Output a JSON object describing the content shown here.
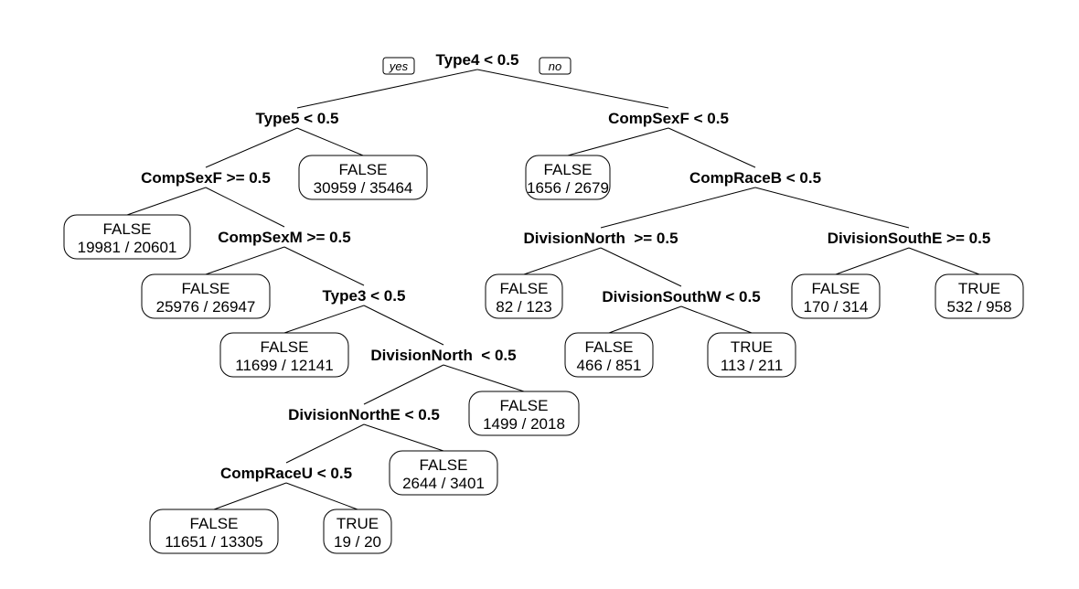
{
  "diagram": {
    "type": "decision-tree",
    "branch_labels": {
      "yes": "yes",
      "no": "no"
    },
    "nodes": {
      "n1": {
        "kind": "split",
        "label": "Type4 < 0.5"
      },
      "n2": {
        "kind": "split",
        "label": "Type5 < 0.5"
      },
      "n3": {
        "kind": "split",
        "label": "CompSexF < 0.5"
      },
      "n4": {
        "kind": "split",
        "label": "CompSexF >= 0.5"
      },
      "n5": {
        "kind": "leaf",
        "class": "FALSE",
        "counts": "30959 / 35464"
      },
      "n6": {
        "kind": "leaf",
        "class": "FALSE",
        "counts": "1656 / 2679"
      },
      "n7": {
        "kind": "split",
        "label": "CompRaceB < 0.5"
      },
      "n8": {
        "kind": "leaf",
        "class": "FALSE",
        "counts": "19981 / 20601"
      },
      "n9": {
        "kind": "split",
        "label": "CompSexM >= 0.5"
      },
      "n10": {
        "kind": "split",
        "label": "DivisionNorth  >= 0.5"
      },
      "n11": {
        "kind": "split",
        "label": "DivisionSouthE >= 0.5"
      },
      "n12": {
        "kind": "leaf",
        "class": "FALSE",
        "counts": "25976 / 26947"
      },
      "n13": {
        "kind": "split",
        "label": "Type3 < 0.5"
      },
      "n14": {
        "kind": "leaf",
        "class": "FALSE",
        "counts": "82 / 123"
      },
      "n15": {
        "kind": "split",
        "label": "DivisionSouthW < 0.5"
      },
      "n16": {
        "kind": "leaf",
        "class": "FALSE",
        "counts": "170 / 314"
      },
      "n17": {
        "kind": "leaf",
        "class": "TRUE",
        "counts": "532 / 958"
      },
      "n18": {
        "kind": "leaf",
        "class": "FALSE",
        "counts": "11699 / 12141"
      },
      "n19": {
        "kind": "split",
        "label": "DivisionNorth  < 0.5"
      },
      "n20": {
        "kind": "leaf",
        "class": "FALSE",
        "counts": "466 / 851"
      },
      "n21": {
        "kind": "leaf",
        "class": "TRUE",
        "counts": "113 / 211"
      },
      "n22": {
        "kind": "split",
        "label": "DivisionNorthE < 0.5"
      },
      "n23": {
        "kind": "leaf",
        "class": "FALSE",
        "counts": "1499 / 2018"
      },
      "n24": {
        "kind": "split",
        "label": "CompRaceU < 0.5"
      },
      "n25": {
        "kind": "leaf",
        "class": "FALSE",
        "counts": "2644 / 3401"
      },
      "n26": {
        "kind": "leaf",
        "class": "FALSE",
        "counts": "11651 / 13305"
      },
      "n27": {
        "kind": "leaf",
        "class": "TRUE",
        "counts": "19 / 20"
      }
    },
    "edges": [
      [
        "n1",
        "n2"
      ],
      [
        "n1",
        "n3"
      ],
      [
        "n2",
        "n4"
      ],
      [
        "n2",
        "n5"
      ],
      [
        "n3",
        "n6"
      ],
      [
        "n3",
        "n7"
      ],
      [
        "n4",
        "n8"
      ],
      [
        "n4",
        "n9"
      ],
      [
        "n7",
        "n10"
      ],
      [
        "n7",
        "n11"
      ],
      [
        "n9",
        "n12"
      ],
      [
        "n9",
        "n13"
      ],
      [
        "n10",
        "n14"
      ],
      [
        "n10",
        "n15"
      ],
      [
        "n11",
        "n16"
      ],
      [
        "n11",
        "n17"
      ],
      [
        "n13",
        "n18"
      ],
      [
        "n13",
        "n19"
      ],
      [
        "n15",
        "n20"
      ],
      [
        "n15",
        "n21"
      ],
      [
        "n19",
        "n22"
      ],
      [
        "n19",
        "n23"
      ],
      [
        "n22",
        "n24"
      ],
      [
        "n22",
        "n25"
      ],
      [
        "n24",
        "n26"
      ],
      [
        "n24",
        "n27"
      ]
    ]
  }
}
